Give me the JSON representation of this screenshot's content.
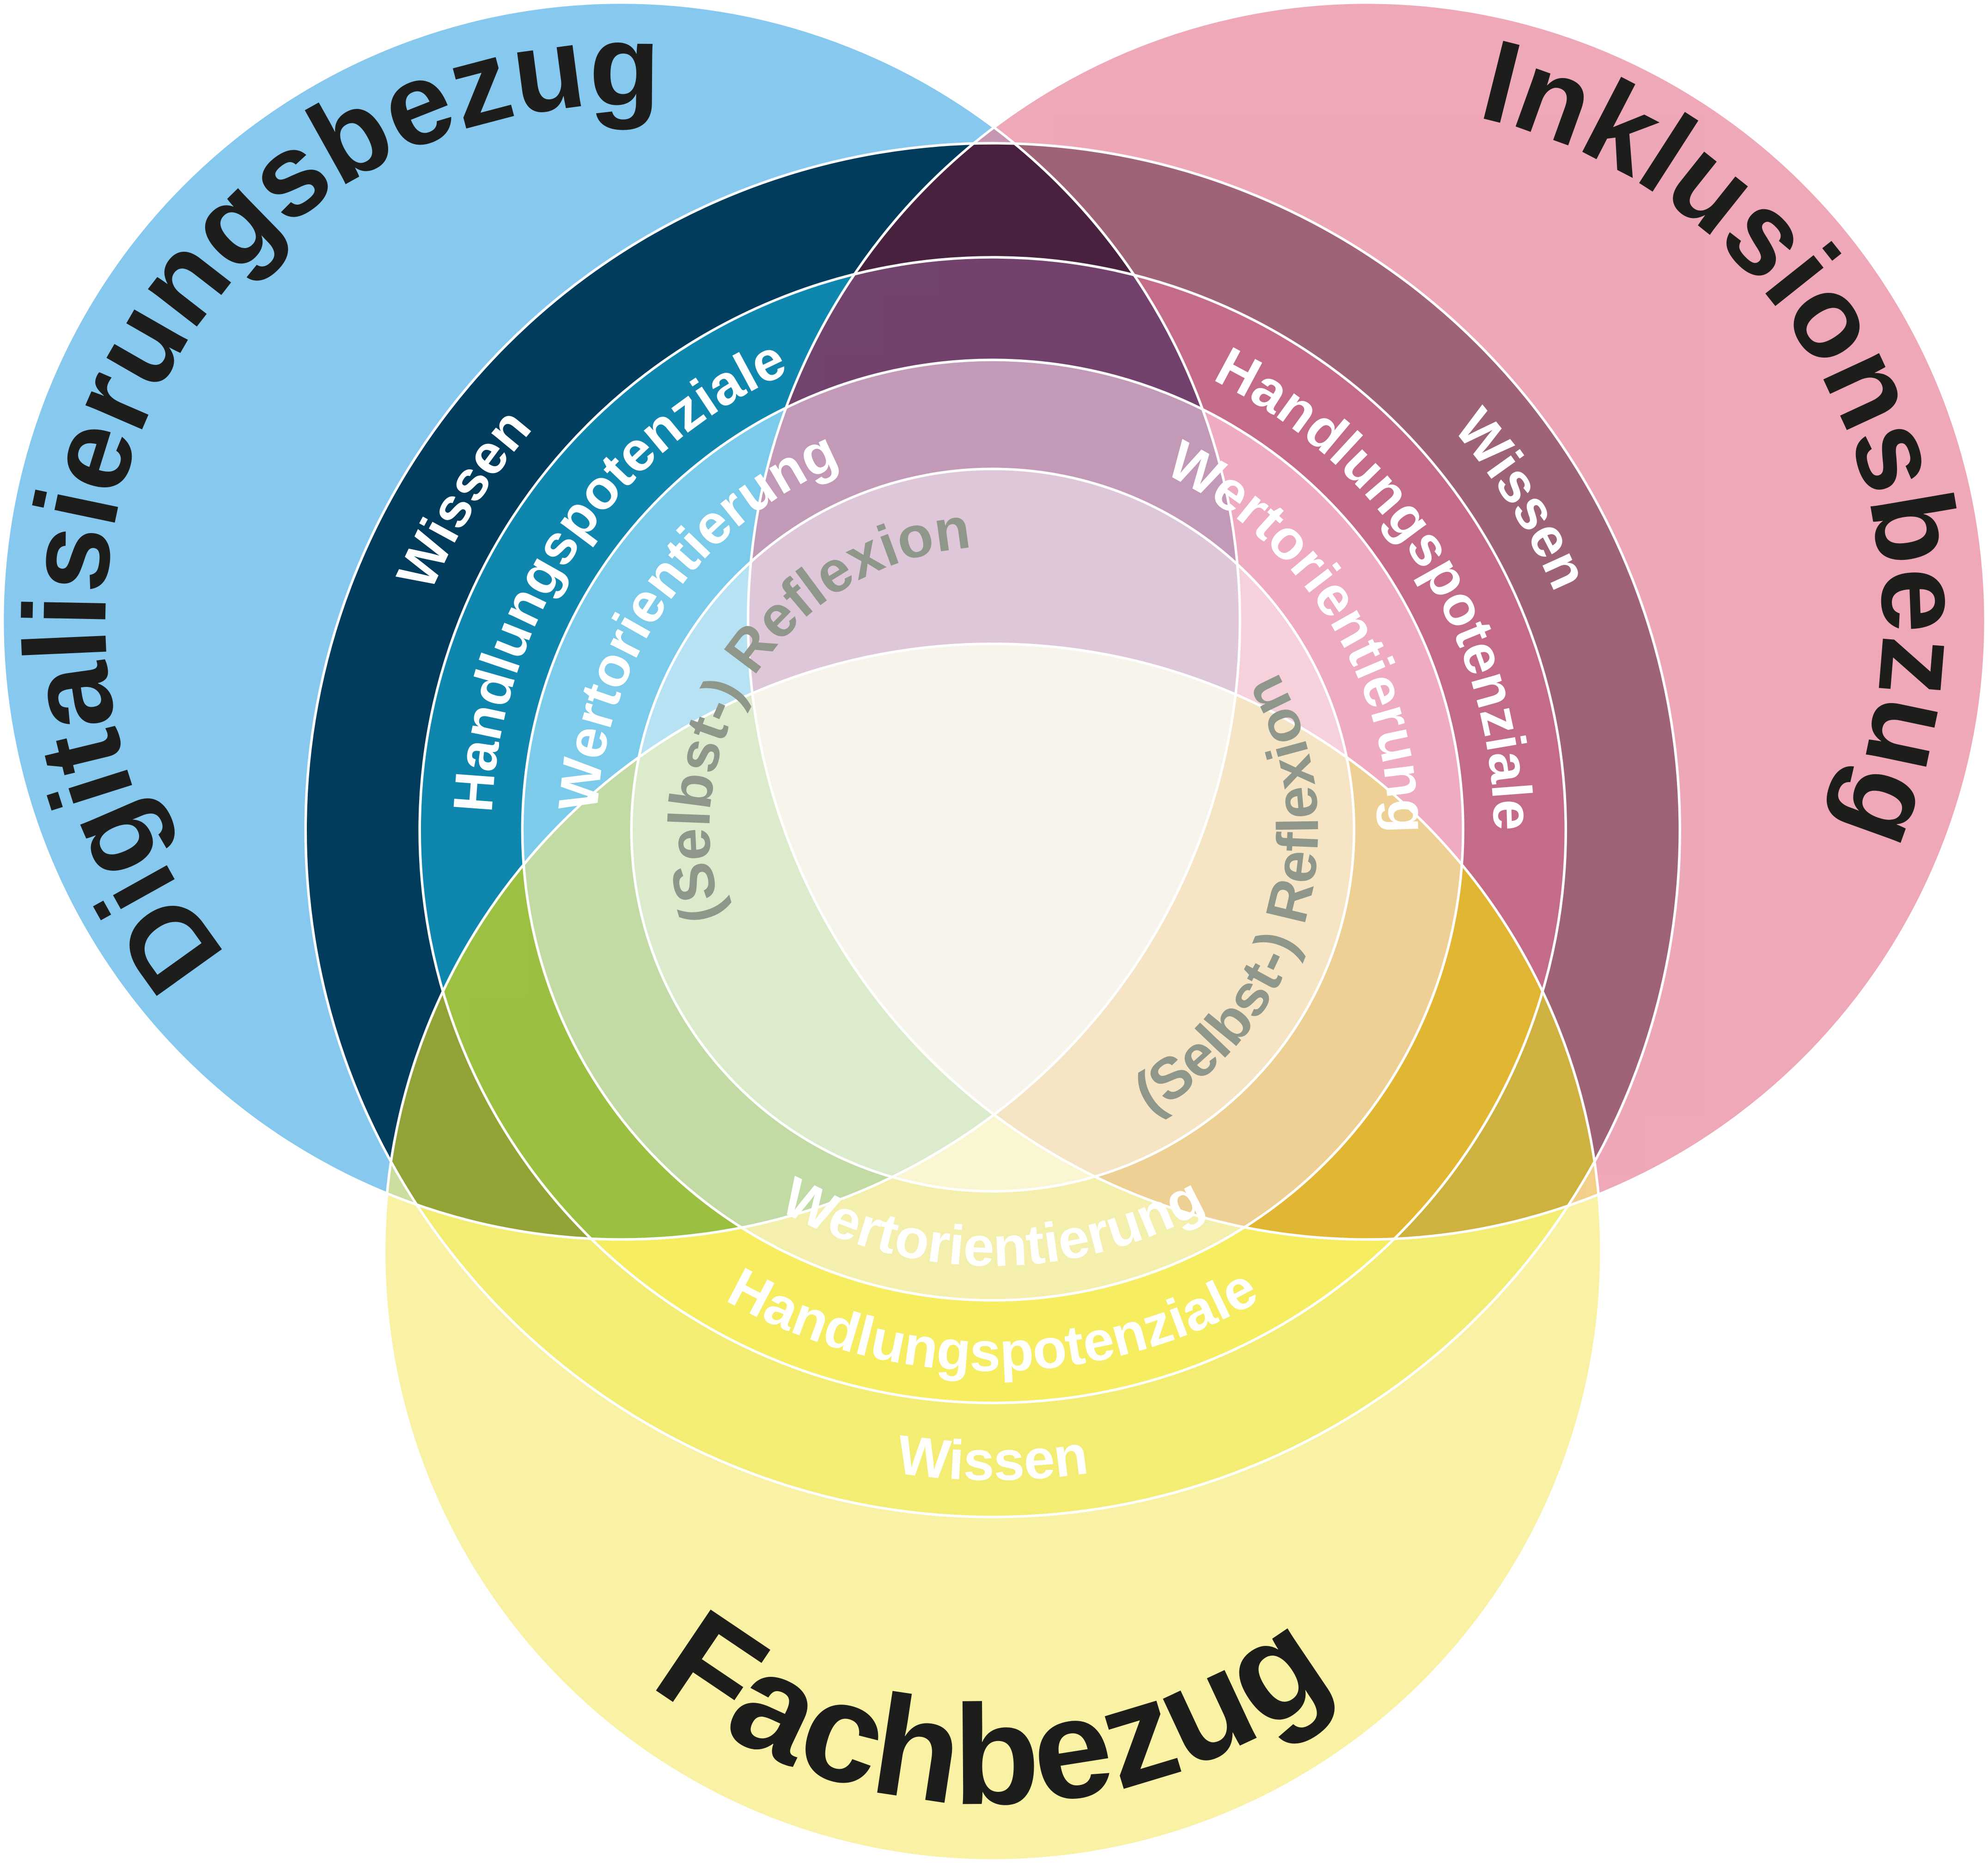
{
  "diagram": {
    "circles": {
      "digital": {
        "label": "Digitalisierungsbezug"
      },
      "inklusion": {
        "label": "Inklusionsbezug"
      },
      "fach": {
        "label": "Fachbezug"
      }
    },
    "rings": {
      "digital": {
        "wissen": "Wissen",
        "handlung": "Handlungspotenziale",
        "wert": "Wertorientierung",
        "reflexion": "(Selbst-) Reflexion"
      },
      "inklusion": {
        "wissen": "Wissen",
        "handlung": "Handlungspotenziale",
        "wert": "Wertorientierung",
        "reflexion": "(Selbst-) Reflexion"
      },
      "fach": {
        "wissen": "Wissen",
        "handlung": "Handlungspotenziale",
        "wert": "Wertorientierung"
      }
    },
    "colors": {
      "digital": [
        "#86c8ee",
        "#023c5c",
        "#0f86ad",
        "#7ccbea"
      ],
      "inklusion": [
        "#e57b93",
        "#6d1430",
        "#a6204b",
        "#e8809f"
      ],
      "fach": [
        "#f6ea6e",
        "#ece320",
        "#f2e400",
        "#eee67a"
      ],
      "label": "#1d1d1b",
      "reflexion": "#8f968a",
      "ring_text": "#ffffff"
    }
  }
}
